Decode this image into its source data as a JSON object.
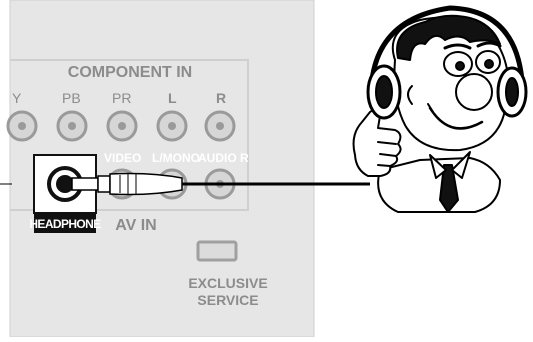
{
  "panel": {
    "section_title": "COMPONENT IN",
    "component_labels": [
      "Y",
      "PB",
      "PR",
      "L",
      "R"
    ],
    "av_labels": {
      "video": "VIDEO",
      "lmono": "L/MONO",
      "audio_r": "AUDIO R"
    },
    "headphone_label": "HEADPHONE",
    "av_in_label": "AV IN",
    "exclusive_line1": "EXCLUSIVE",
    "exclusive_line2": "SERVICE"
  },
  "illustration": {
    "figure": "cartoon-man-with-headphones",
    "connection": "headphone-plug-to-headphone-jack"
  },
  "colors": {
    "panel_bg": "#e6e6e6",
    "label_gray": "#8c8c8c",
    "dark_label_bg": "#111111",
    "line": "#000000"
  }
}
